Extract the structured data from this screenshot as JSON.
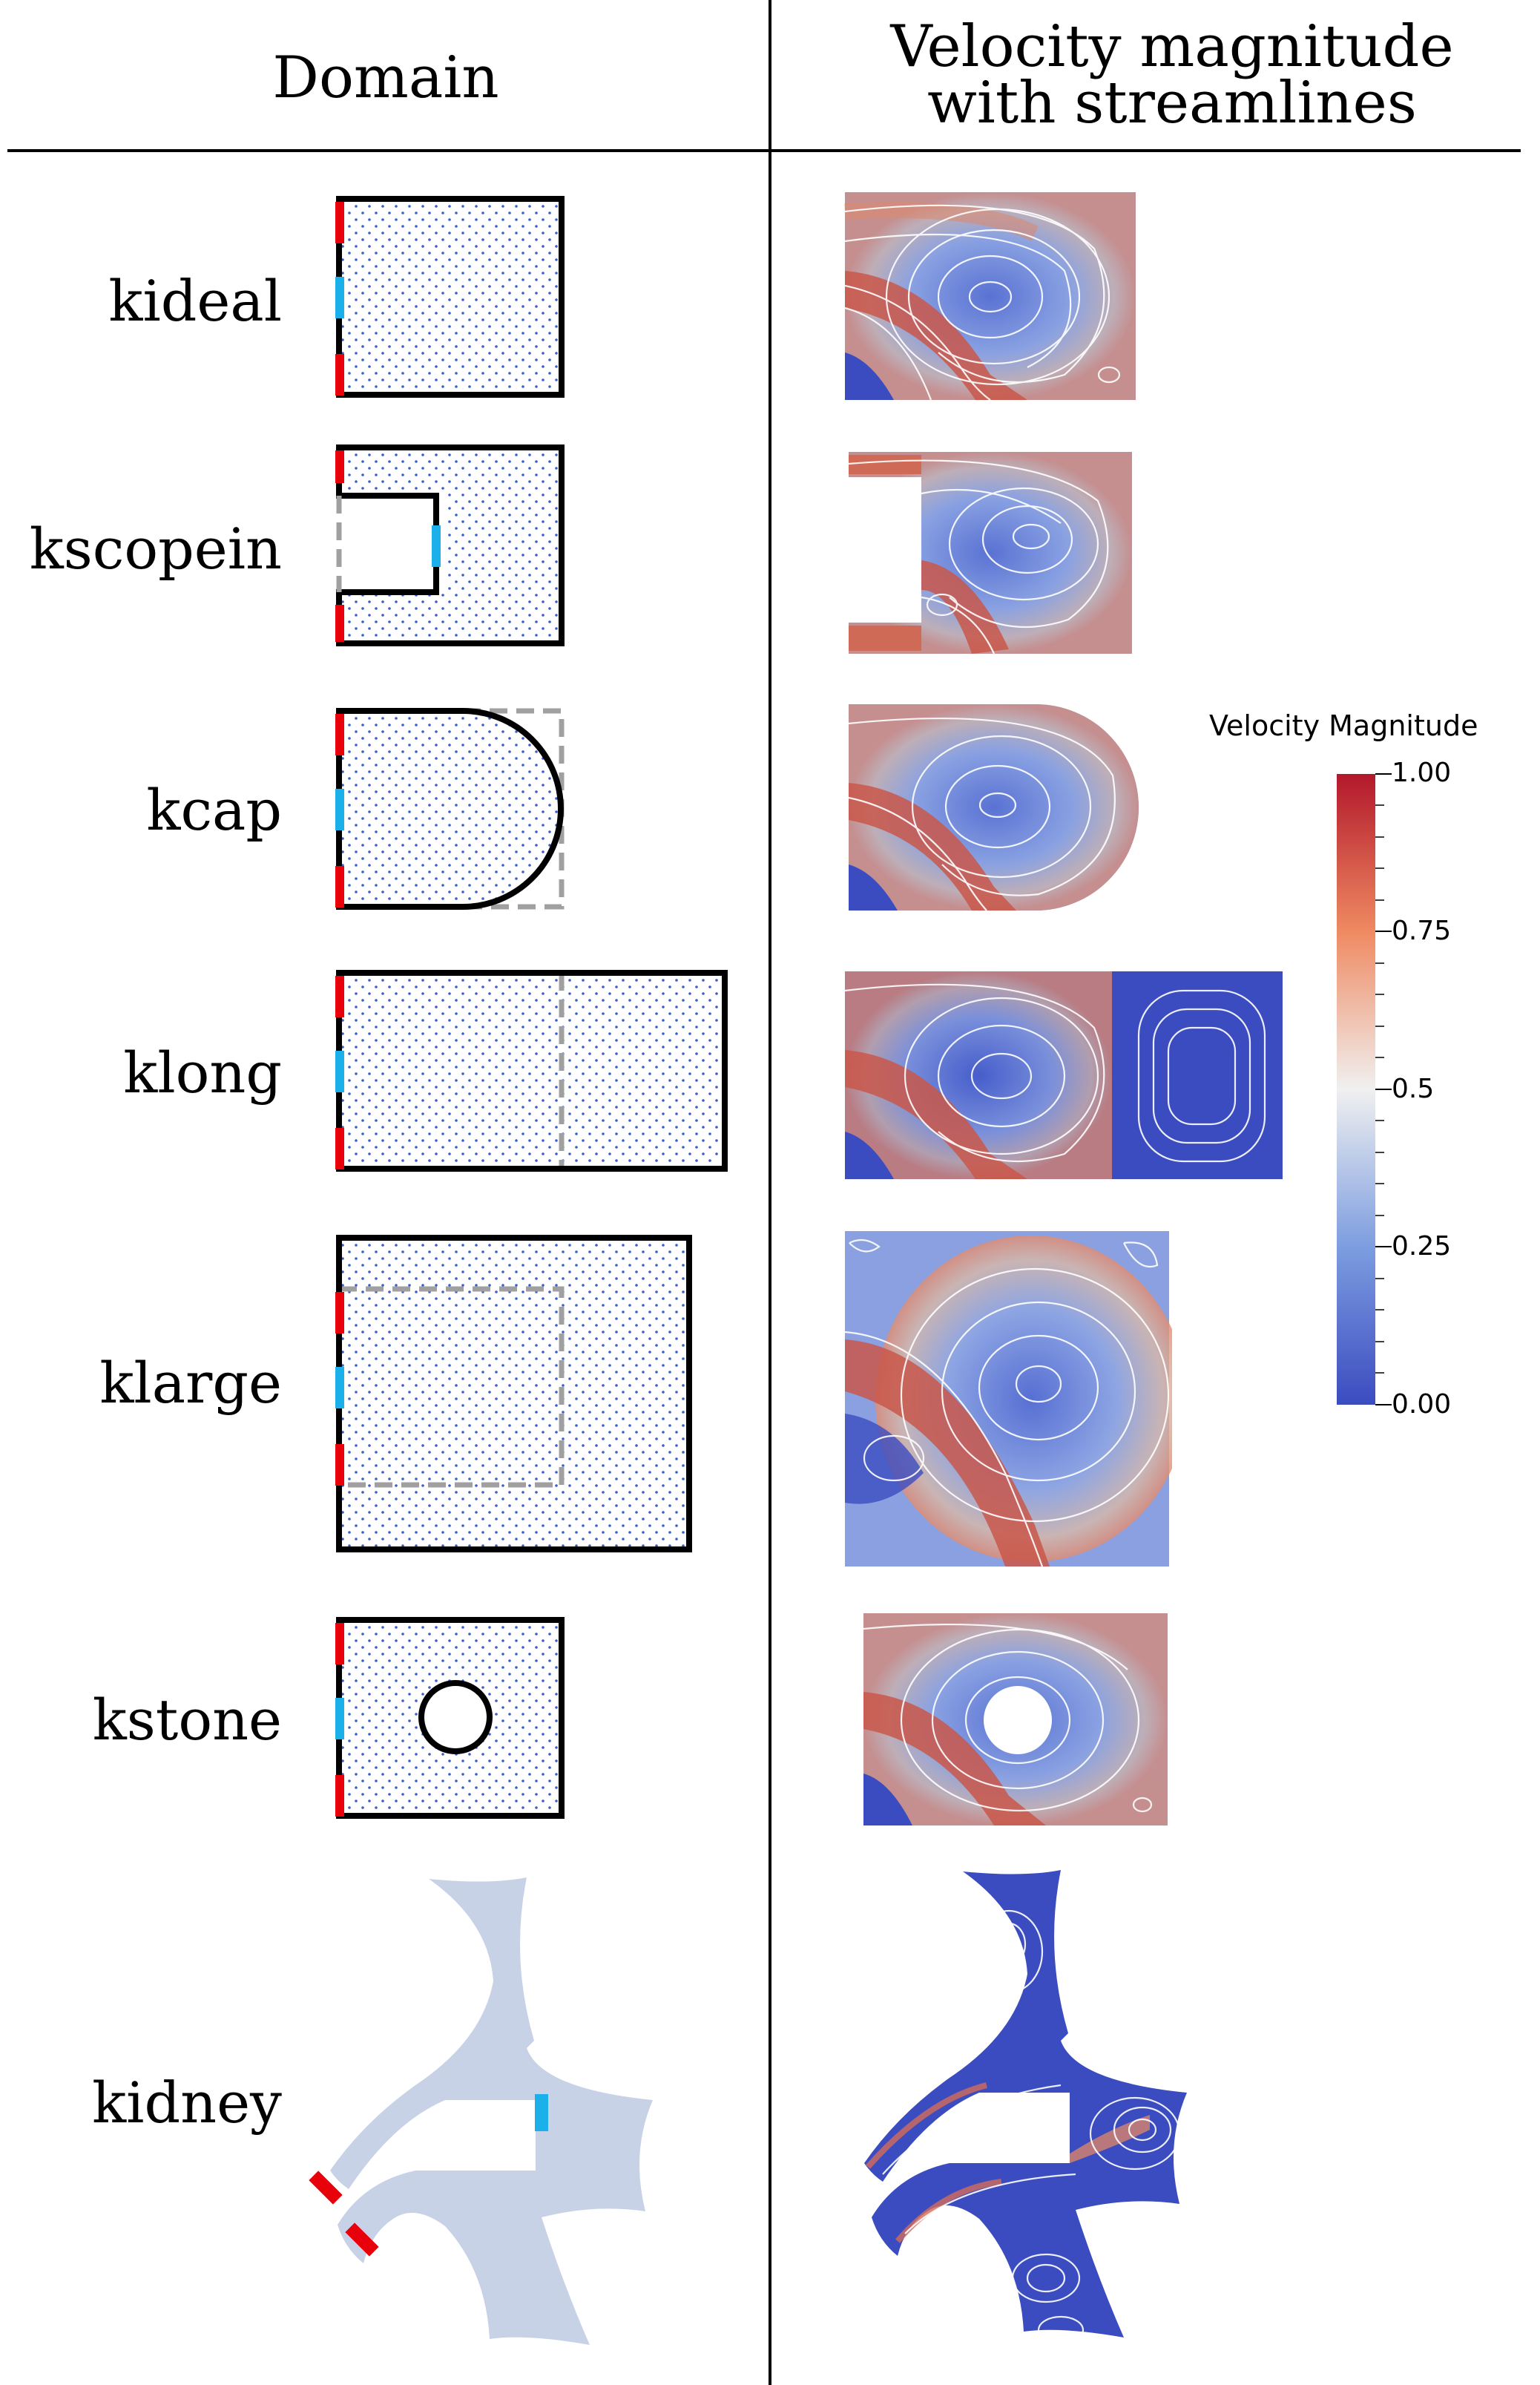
{
  "header": {
    "domain_label": "Domain",
    "velocity_label_line1": "Velocity magnitude",
    "velocity_label_line2": "with streamlines"
  },
  "rows": [
    {
      "label": "kideal"
    },
    {
      "label": "kscopein"
    },
    {
      "label": "kcap"
    },
    {
      "label": "klong"
    },
    {
      "label": "klarge"
    },
    {
      "label": "kstone"
    },
    {
      "label": "kidney"
    }
  ],
  "colorbar": {
    "title": "Velocity Magnitude",
    "ticks": [
      "1.00",
      "0.75",
      "0.5",
      "0.25",
      "0.00"
    ],
    "colors": [
      "#b2182b",
      "#ef8a62",
      "#f7f7f7",
      "#6a8fd8",
      "#3b4cc0"
    ]
  },
  "colors": {
    "outlet": "#e8000b",
    "inlet": "#1bb0ea",
    "wall": "#000000",
    "reference_dash": "#a0a0a0",
    "mesh_dots": "#3a5fcd",
    "kidney_fill": "#c8d2e6",
    "flow_background": "#3b4cc0"
  }
}
